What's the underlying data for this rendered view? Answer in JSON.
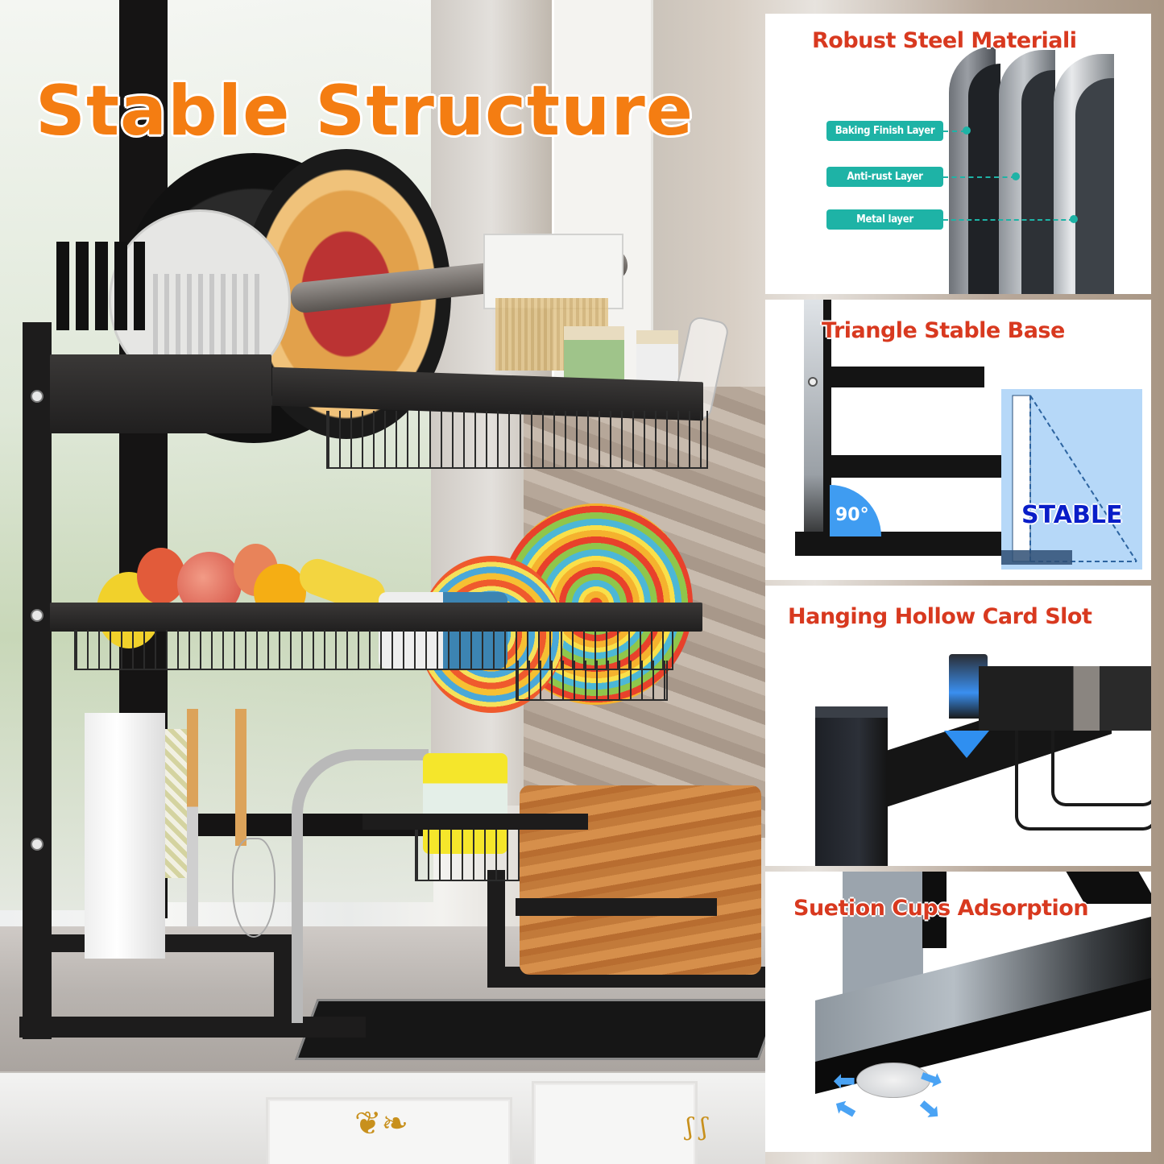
{
  "main": {
    "title": "Stable Structure",
    "title_color": "#f47d12",
    "scene_description": "Three-tier black over-sink dish drying rack in a kitchen with dishes, cutlery, fruit, utensils, faucet and cutting board"
  },
  "panels": [
    {
      "title": "Robust Steel Materiali",
      "title_color": "#d8391f",
      "layers": [
        {
          "label": "Baking Finish Layer"
        },
        {
          "label": "Anti-rust Layer"
        },
        {
          "label": "Metal layer"
        }
      ],
      "label_color": "#1eb3a6"
    },
    {
      "title": "Triangle Stable Base",
      "title_color": "#d8391f",
      "angle_label": "90°",
      "stable_label": "STABLE",
      "stable_color": "#0a1ec8",
      "box_color": "#b6d8f8"
    },
    {
      "title": "Hanging Hollow Card Slot",
      "title_color": "#d8391f",
      "arrow_color": "#2f8ff0"
    },
    {
      "title": "Suetion Cups Adsorption",
      "title_color": "#d8391f",
      "arrow_color": "#4aa3f4"
    }
  ]
}
